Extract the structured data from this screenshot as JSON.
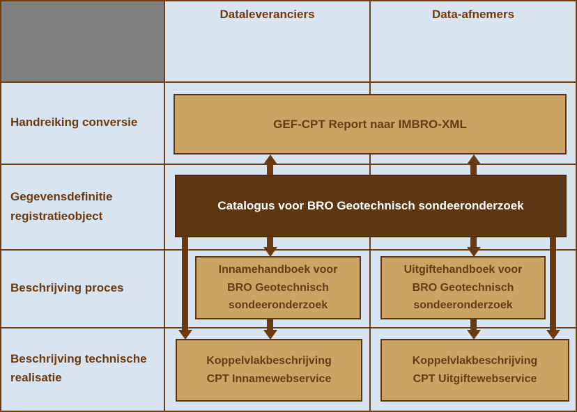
{
  "colors": {
    "background_blue": "#D8E4F0",
    "header_gray": "#808080",
    "grid_line_brown": "#6E3D10",
    "box_tan_fill": "#CBA464",
    "box_tan_border": "#54371B",
    "box_dark_fill": "#5D3711",
    "text_brown": "#6B3A10",
    "text_white": "#FFFFFF",
    "arrow_brown": "#6B3A10"
  },
  "header": {
    "columns": [
      "Dataleveranciers",
      "Data-afnemers"
    ]
  },
  "row_labels": {
    "handreiking_conversie": "Handreiking conversie",
    "gegevensdefinitie": "Gegevensdefinitie\nregistratieobject",
    "beschrijving_proces": "Beschrijving proces",
    "beschrijving_technische": "Beschrijving technische\nrealisatie"
  },
  "boxes": {
    "gef_cpt": "GEF-CPT Report naar IMBRO-XML",
    "catalogus": "Catalogus voor BRO Geotechnisch sondeeronderzoek",
    "innamehandboek": "Innamehandboek voor\nBRO Geotechnisch\nsondeeronderzoek",
    "uitgiftehandboek": "Uitgiftehandboek voor\nBRO Geotechnisch\nsondeeronderzoek",
    "koppelvlak_inname": "Koppelvlakbeschrijving\nCPT Innamewebservice",
    "koppelvlak_uitgifte": "Koppelvlakbeschrijving\nCPT Uitgiftewebservice"
  }
}
